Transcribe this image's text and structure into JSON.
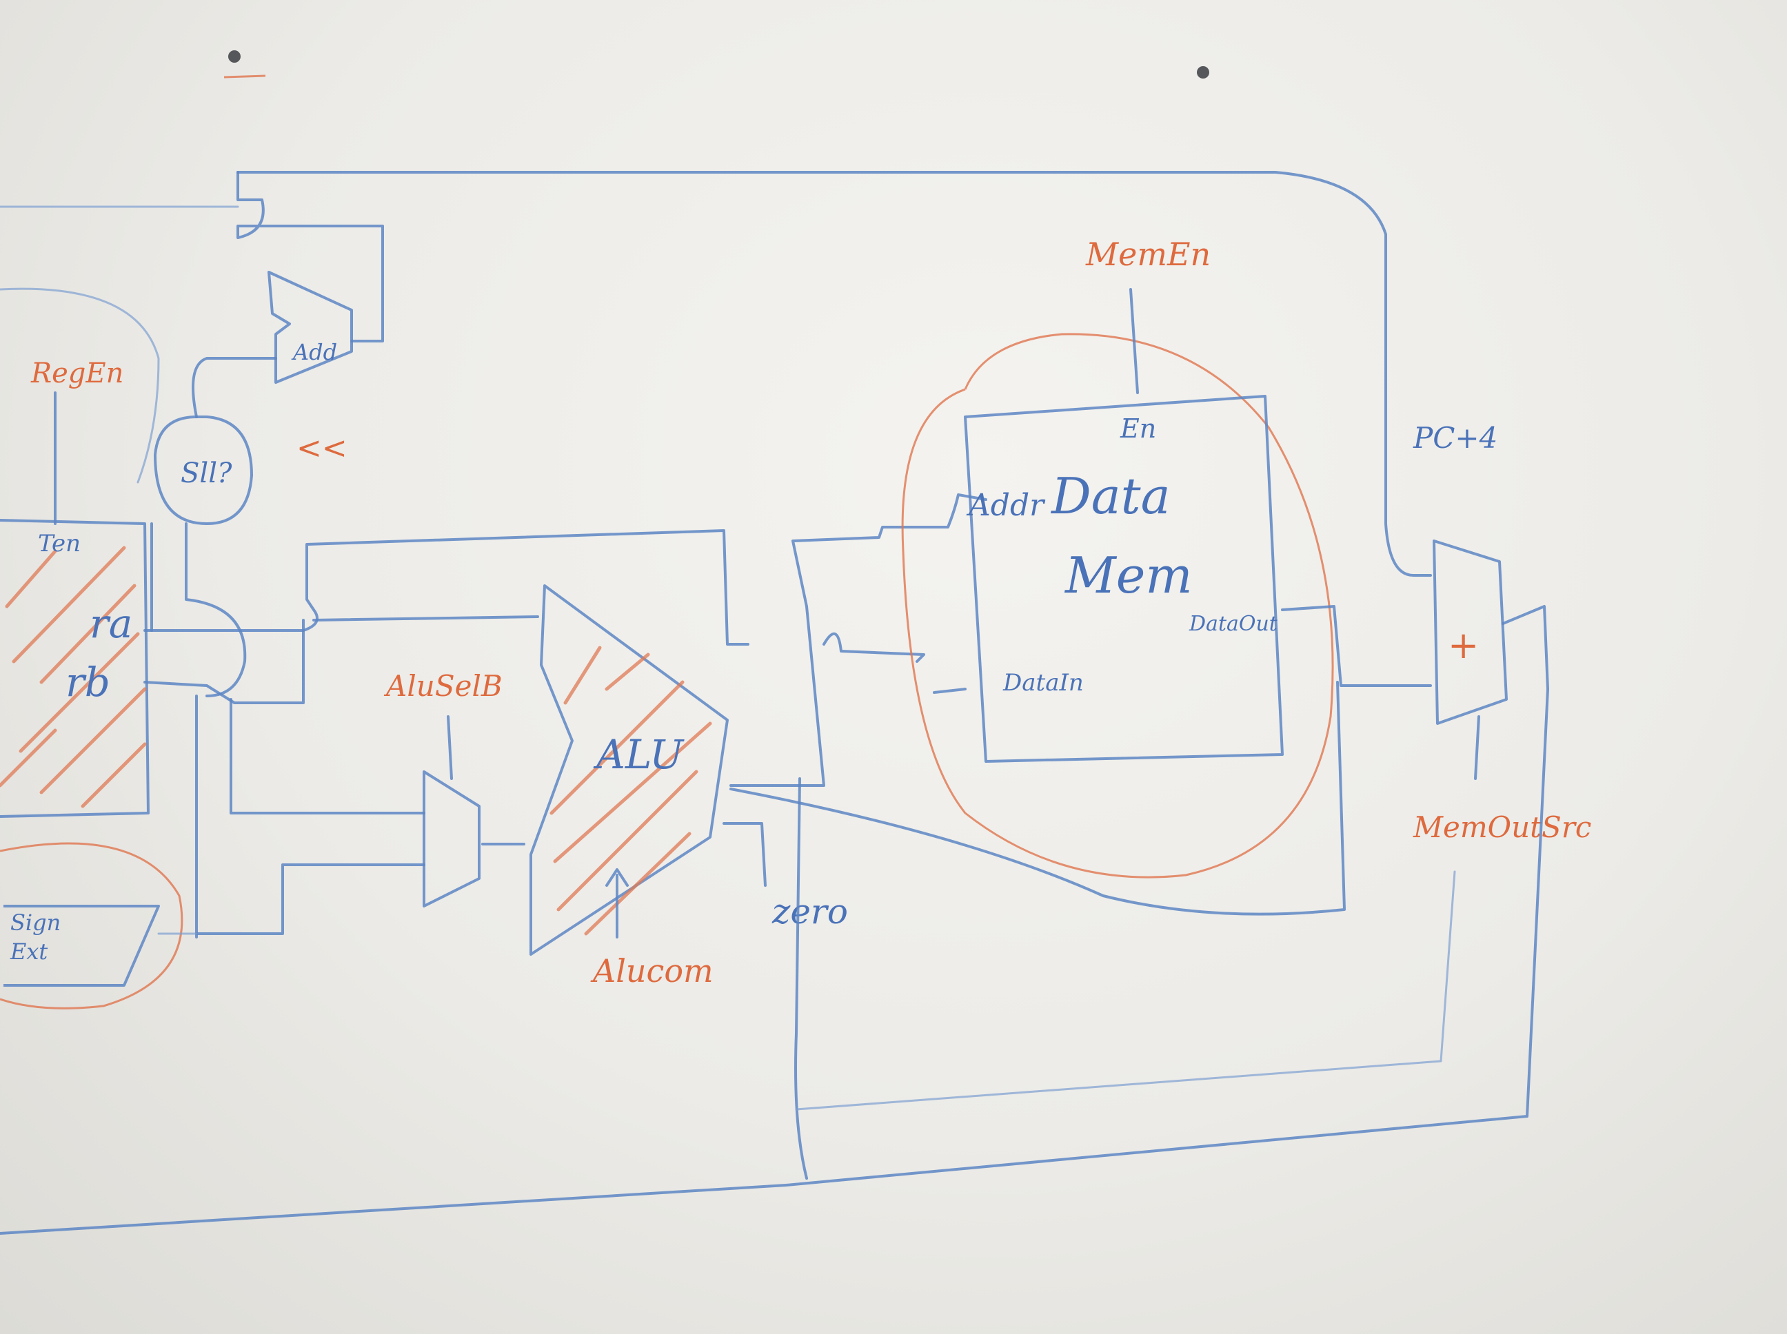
{
  "diagram": {
    "components": {
      "register_file": {
        "port_en": "Ten",
        "port_ra": "ra",
        "port_rb": "rb",
        "control": "RegEn"
      },
      "pc_adder": {
        "label": "Add"
      },
      "shifter": {
        "label": "Sll?",
        "note": "<<"
      },
      "sign_ext": {
        "label_line1": "Sign",
        "label_line2": "Ext"
      },
      "alu_mux": {
        "control": "AluSelB"
      },
      "alu": {
        "label": "ALU",
        "control": "Alucom",
        "output_zero": "zero"
      },
      "data_mem": {
        "title_line1": "Data",
        "title_line2": "Mem",
        "port_en": "En",
        "port_addr": "Addr",
        "port_data_in": "DataIn",
        "port_data_out": "DataOut",
        "control": "MemEn"
      },
      "writeback_mux": {
        "label": "+",
        "control": "MemOutSrc",
        "input_label": "PC+4"
      }
    }
  }
}
